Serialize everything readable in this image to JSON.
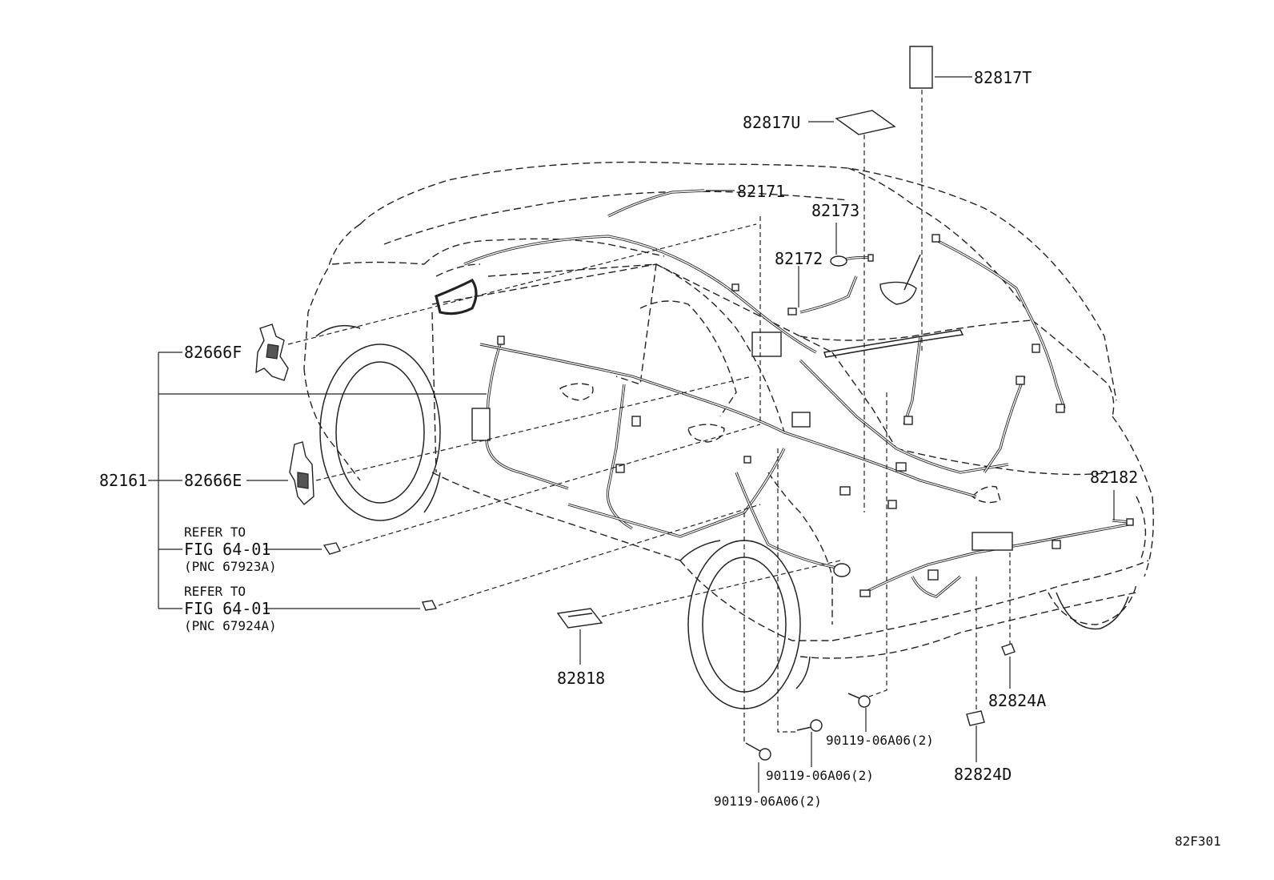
{
  "diagram": {
    "figure_code": "82F301",
    "labels": {
      "p82817T": "82817T",
      "p82817U": "82817U",
      "p82171": "82171",
      "p82173": "82173",
      "p82172": "82172",
      "p82666F": "82666F",
      "p82161": "82161",
      "p82666E": "82666E",
      "p82182": "82182",
      "p82818": "82818",
      "p82824A": "82824A",
      "p82824D": "82824D",
      "bolt_a": "90119-06A06(2)",
      "bolt_b": "90119-06A06(2)",
      "bolt_c": "90119-06A06(2)"
    },
    "refer1": {
      "line1": "REFER TO",
      "line2": "FIG 64-01",
      "line3": "(PNC 67923A)"
    },
    "refer2": {
      "line1": "REFER TO",
      "line2": "FIG 64-01",
      "line3": "(PNC 67924A)"
    }
  }
}
